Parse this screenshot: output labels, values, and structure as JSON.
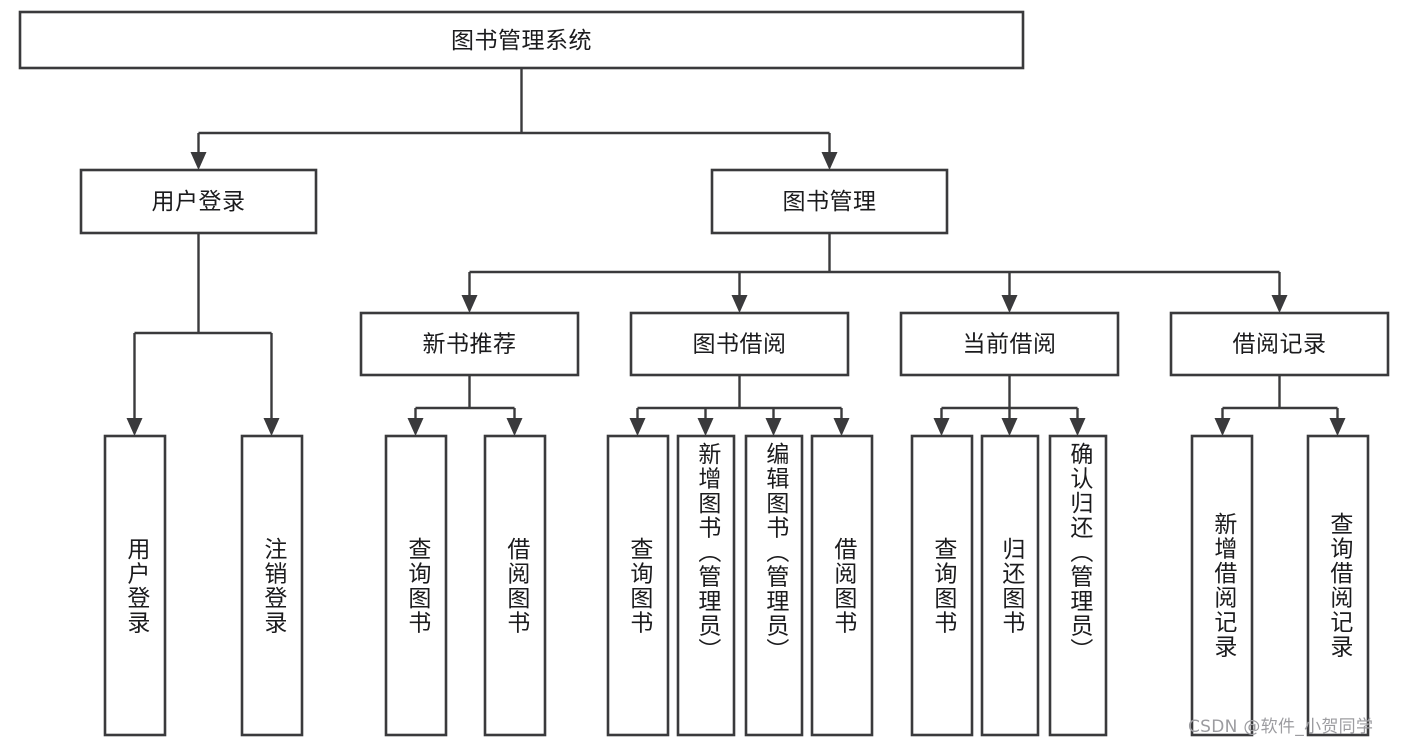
{
  "diagram": {
    "title": "图书管理系统",
    "type": "hierarchy-tree",
    "watermark": "CSDN @软件_小贺同学",
    "colors": {
      "box_stroke": "#3a3a3c",
      "box_fill": "#ffffff",
      "text": "#1b1b1d",
      "background": "#ffffff",
      "watermark": "#9c9ca0"
    },
    "root": {
      "label": "图书管理系统"
    },
    "level2": [
      {
        "id": "user-login",
        "label": "用户登录"
      },
      {
        "id": "book-manage",
        "label": "图书管理"
      }
    ],
    "level3": [
      {
        "id": "new-book-rec",
        "label": "新书推荐"
      },
      {
        "id": "book-borrow",
        "label": "图书借阅"
      },
      {
        "id": "current-borrow",
        "label": "当前借阅"
      },
      {
        "id": "borrow-record",
        "label": "借阅记录"
      }
    ],
    "leaves": {
      "user_login": [
        {
          "id": "leaf-user-login",
          "label": "用户登录"
        },
        {
          "id": "leaf-user-logout",
          "label": "注销登录"
        }
      ],
      "new_book_rec": [
        {
          "id": "leaf-rec-query",
          "label": "查询图书"
        },
        {
          "id": "leaf-rec-borrow",
          "label": "借阅图书"
        }
      ],
      "book_borrow": [
        {
          "id": "leaf-borrow-query",
          "label": "查询图书"
        },
        {
          "id": "leaf-borrow-add",
          "label": "新增图书（管理员）"
        },
        {
          "id": "leaf-borrow-edit",
          "label": "编辑图书（管理员）"
        },
        {
          "id": "leaf-borrow-lend",
          "label": "借阅图书"
        }
      ],
      "current_borrow": [
        {
          "id": "leaf-cur-query",
          "label": "查询图书"
        },
        {
          "id": "leaf-cur-return",
          "label": "归还图书"
        },
        {
          "id": "leaf-cur-confirm",
          "label": "确认归还（管理员）"
        }
      ],
      "borrow_record": [
        {
          "id": "leaf-rec-add",
          "label": "新增借阅记录"
        },
        {
          "id": "leaf-rec-query-record",
          "label": "查询借阅记录"
        }
      ]
    }
  }
}
